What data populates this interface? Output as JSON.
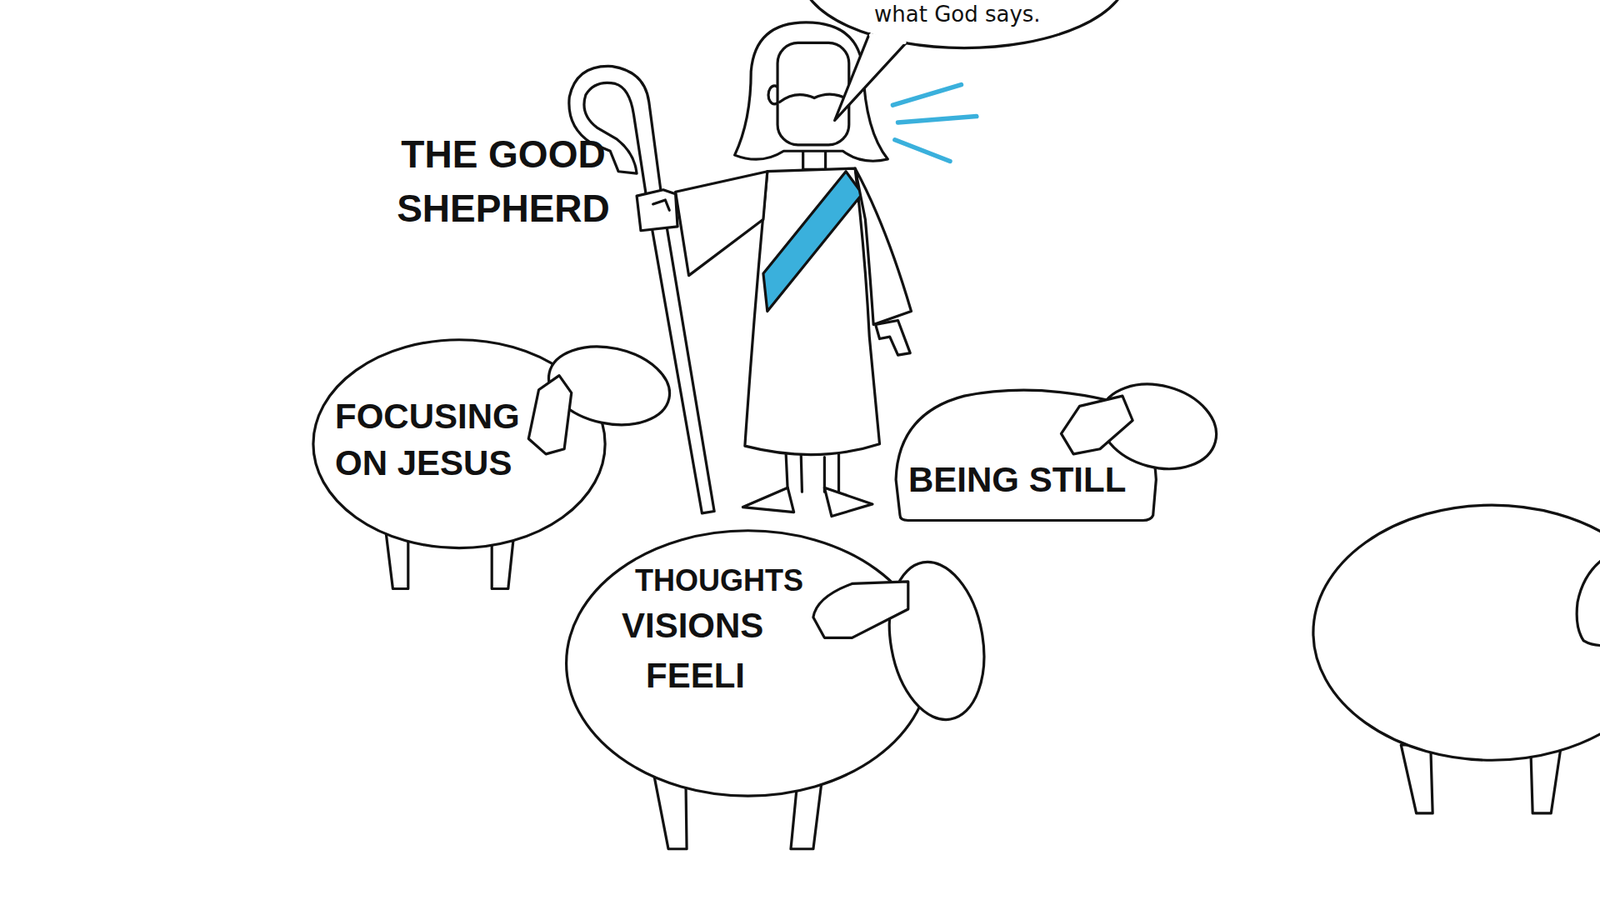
{
  "diagram": {
    "nodes": [
      {
        "text": [
          "what God says."
        ]
      },
      {
        "text": [
          "FOCUSING ON JESUS"
        ]
      },
      {
        "text": [
          "BEING STILL"
        ]
      },
      {
        "text": [
          "THOUGHTS",
          "VISIONS",
          "FEELI"
        ]
      }
    ],
    "labels": [
      "THE GOOD SHEPHERD"
    ]
  }
}
